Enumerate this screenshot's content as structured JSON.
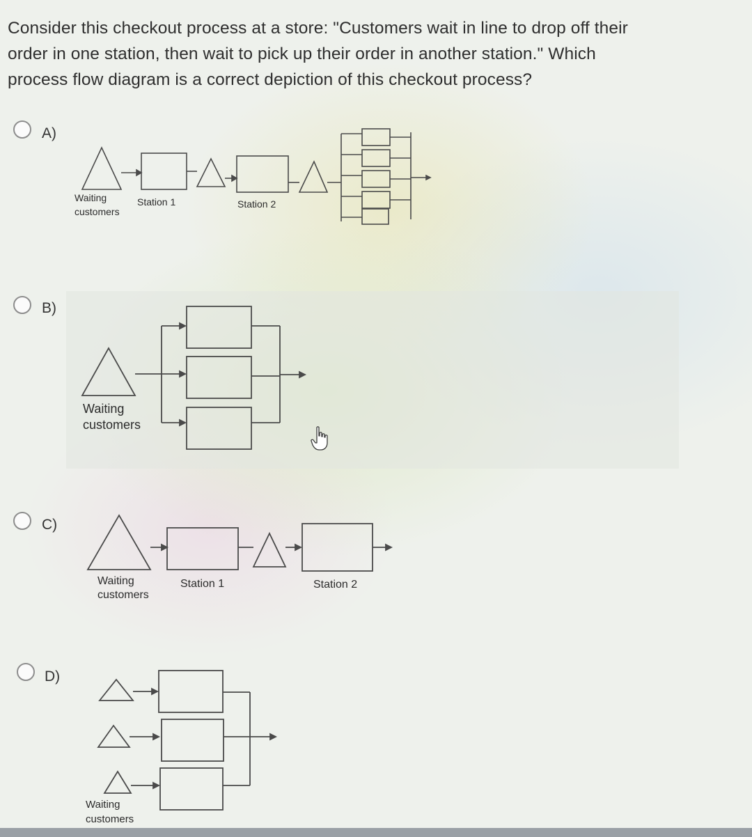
{
  "question": {
    "line1": "Consider this checkout process at a store: \"Customers wait in line to drop off their",
    "line2": "order in one station, then wait to pick up their order in another station.\" Which",
    "line3": "process flow diagram is a correct depiction of this checkout process?"
  },
  "options": [
    {
      "letter": "A)",
      "waiting_line1": "Waiting",
      "waiting_line2": "customers",
      "station1": "Station 1",
      "station2": "Station 2"
    },
    {
      "letter": "B)",
      "waiting_line1": "Waiting",
      "waiting_line2": "customers"
    },
    {
      "letter": "C)",
      "waiting_line1": "Waiting",
      "waiting_line2": "customers",
      "station1": "Station 1",
      "station2": "Station 2"
    },
    {
      "letter": "D)",
      "waiting_line1": "Waiting",
      "waiting_line2": "customers"
    }
  ],
  "colors": {
    "diagram_stroke": "#4a4a4a",
    "radio_border": "#8d8d8d"
  },
  "icons": {
    "cursor": "hand-pointer-icon"
  }
}
